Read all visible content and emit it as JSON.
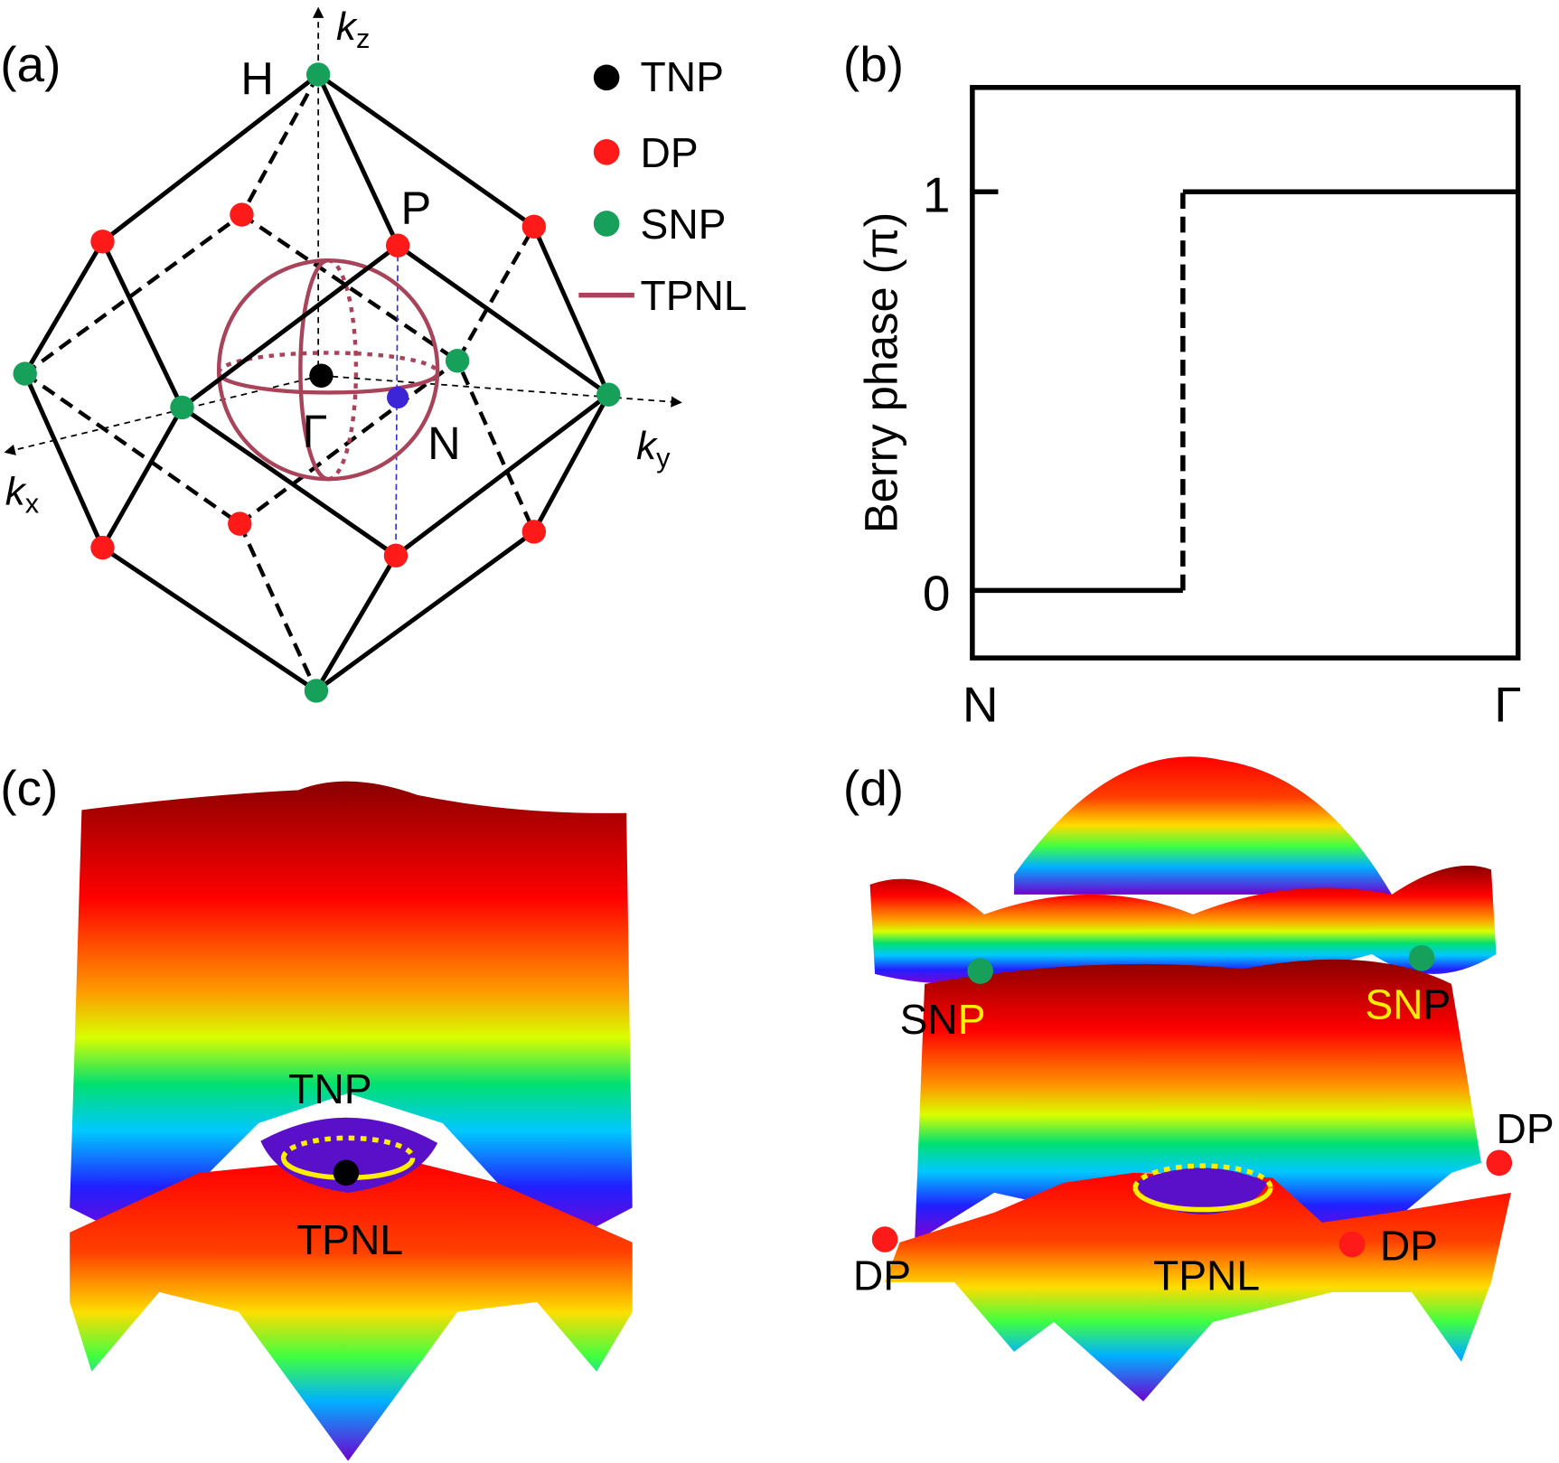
{
  "panels": {
    "a": {
      "label": "(a)",
      "points": {
        "H": "H",
        "P": "P",
        "Gamma": "Γ",
        "N": "N"
      },
      "axes": {
        "kz": "k",
        "kz_sub": "z",
        "ky": "k",
        "ky_sub": "y",
        "kx": "k",
        "kx_sub": "x"
      },
      "legend": [
        {
          "label": "TNP",
          "color": "#000000",
          "marker": "dot"
        },
        {
          "label": "DP",
          "color": "#ff1a1a",
          "marker": "dot"
        },
        {
          "label": "SNP",
          "color": "#17a05a",
          "marker": "dot"
        },
        {
          "label": "TPNL",
          "color": "#a8435a",
          "marker": "line"
        }
      ]
    },
    "b": {
      "label": "(b)"
    },
    "c": {
      "label": "(c)",
      "tnp": "TNP",
      "tpnl": "TPNL"
    },
    "d": {
      "label": "(d)",
      "snp_left_a": "SN",
      "snp_left_b": "P",
      "snp_right_a": "SN",
      "snp_right_b": "P",
      "dp": "DP",
      "tpnl": "TPNL"
    }
  },
  "chart_data": {
    "type": "line",
    "ylabel": "Berry phase (π)",
    "xticks": [
      "N",
      "Γ"
    ],
    "yticks": [
      "0",
      "1"
    ],
    "x": [
      0,
      0.385,
      0.385,
      1
    ],
    "y": [
      0,
      0,
      1,
      1
    ],
    "ylim": [
      -0.17,
      1.26
    ],
    "xlim": [
      0,
      1
    ]
  },
  "colors": {
    "snp": "#17a05a",
    "dp": "#ff1a1a",
    "tpnl": "#a8435a",
    "n_point": "#3b25d6",
    "nodal_line": "#ffee00"
  }
}
